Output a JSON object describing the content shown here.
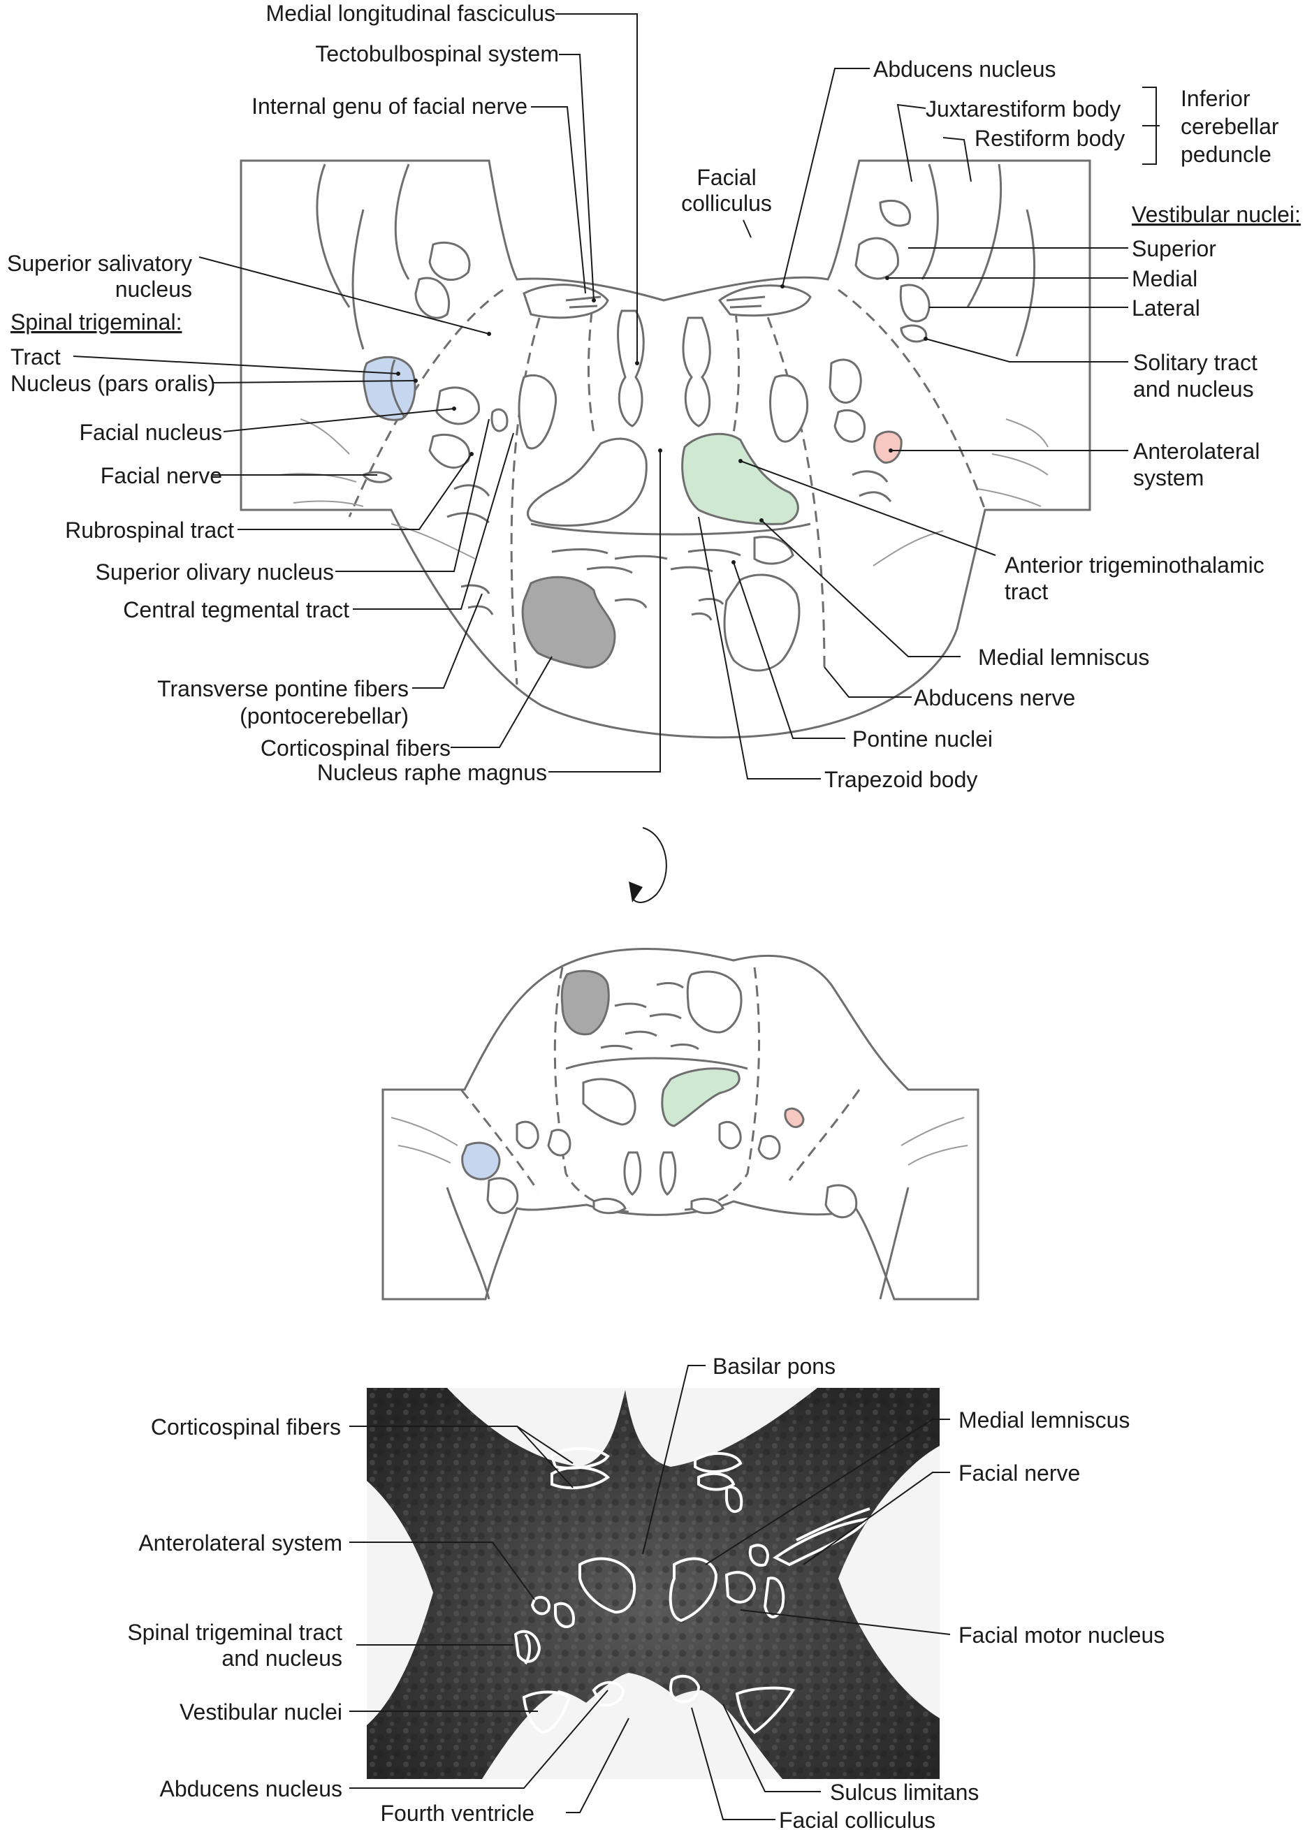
{
  "colors": {
    "trigeminal_blue": "#c7d6ef",
    "trigeminothalamic_green": "#cfe8d2",
    "anterolateral_pink": "#f7c8c2",
    "corticospinal_gray": "#a8a8a8",
    "outline_gray": "#6e6e6e"
  },
  "icons": {
    "rotation": "rotate-arrow-icon"
  },
  "top_diagram": {
    "labels": {
      "mlf": "Medial longitudinal fasciculus",
      "tectobulbospinal": "Tectobulbospinal system",
      "internal_genu": "Internal genu of facial nerve",
      "abducens_nucleus": "Abducens nucleus",
      "juxtarestiform": "Juxtarestiform body",
      "restiform": "Restiform body",
      "icp_1": "Inferior",
      "icp_2": "cerebellar",
      "icp_3": "peduncle",
      "facial_colliculus_1": "Facial",
      "facial_colliculus_2": "colliculus",
      "sup_salivatory_1": "Superior salivatory",
      "sup_salivatory_2": "nucleus",
      "spinal_trigeminal_header": "Spinal trigeminal:",
      "tract": "Tract",
      "nucleus_pars_oralis": "Nucleus (pars oralis)",
      "facial_nucleus": "Facial nucleus",
      "facial_nerve": "Facial nerve",
      "rubrospinal": "Rubrospinal tract",
      "superior_olivary": "Superior olivary nucleus",
      "central_tegmental": "Central tegmental tract",
      "transverse_pontine_1": "Transverse pontine fibers",
      "transverse_pontine_2": "(pontocerebellar)",
      "corticospinal": "Corticospinal fibers",
      "raphe_magnus": "Nucleus raphe magnus",
      "vestibular_header": "Vestibular nuclei:",
      "superior": "Superior",
      "medial": "Medial",
      "lateral": "Lateral",
      "solitary_1": "Solitary tract",
      "solitary_2": "and nucleus",
      "anterolateral_1": "Anterolateral",
      "anterolateral_2": "system",
      "ant_trigeminothalamic_1": "Anterior trigeminothalamic",
      "ant_trigeminothalamic_2": "tract",
      "medial_lemniscus": "Medial lemniscus",
      "abducens_nerve": "Abducens nerve",
      "pontine_nuclei": "Pontine nuclei",
      "trapezoid_body": "Trapezoid body"
    }
  },
  "mri_panel": {
    "labels": {
      "basilar_pons": "Basilar pons",
      "corticospinal": "Corticospinal fibers",
      "medial_lemniscus": "Medial lemniscus",
      "facial_nerve": "Facial nerve",
      "anterolateral": "Anterolateral system",
      "facial_motor": "Facial motor nucleus",
      "spinal_trigeminal_1": "Spinal trigeminal tract",
      "spinal_trigeminal_2": "and nucleus",
      "vestibular": "Vestibular nuclei",
      "abducens_nucleus": "Abducens nucleus",
      "sulcus_limitans": "Sulcus limitans",
      "fourth_ventricle": "Fourth ventricle",
      "facial_colliculus": "Facial colliculus"
    }
  }
}
